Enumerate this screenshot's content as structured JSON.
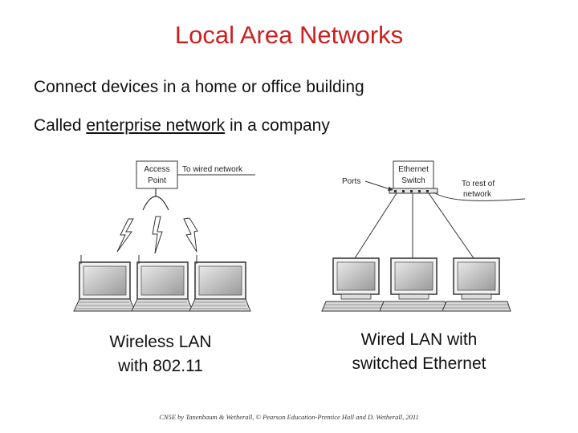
{
  "slide": {
    "title": "Local Area Networks",
    "bullet1": "Connect devices in a home or office building",
    "bullet2_prefix": "Called ",
    "bullet2_link": "enterprise network",
    "bullet2_suffix": " in a company",
    "footer": "CN5E by Tanenbaum & Wetherall, © Pearson Education-Prentice Hall and D. Wetherall, 2011"
  },
  "wireless": {
    "ap_line1": "Access",
    "ap_line2": "Point",
    "wired_label": "To wired network",
    "caption_line1": "Wireless LAN",
    "caption_line2": "with 802.11",
    "laptops": [
      "laptop-1",
      "laptop-2",
      "laptop-3"
    ]
  },
  "wired": {
    "switch_line1": "Ethernet",
    "switch_line2": "Switch",
    "ports_label": "Ports",
    "rest_line1": "To rest of",
    "rest_line2": "network",
    "caption_line1": "Wired LAN with",
    "caption_line2": "switched Ethernet",
    "computers": [
      "computer-1",
      "computer-2",
      "computer-3"
    ]
  },
  "icons": {
    "access_point": "access-point-icon",
    "signal": "wireless-signal-icon",
    "laptop": "laptop-icon",
    "switch": "ethernet-switch-icon",
    "desktop": "desktop-computer-icon"
  },
  "colors": {
    "title": "#cc1f1f",
    "text": "#111111"
  }
}
